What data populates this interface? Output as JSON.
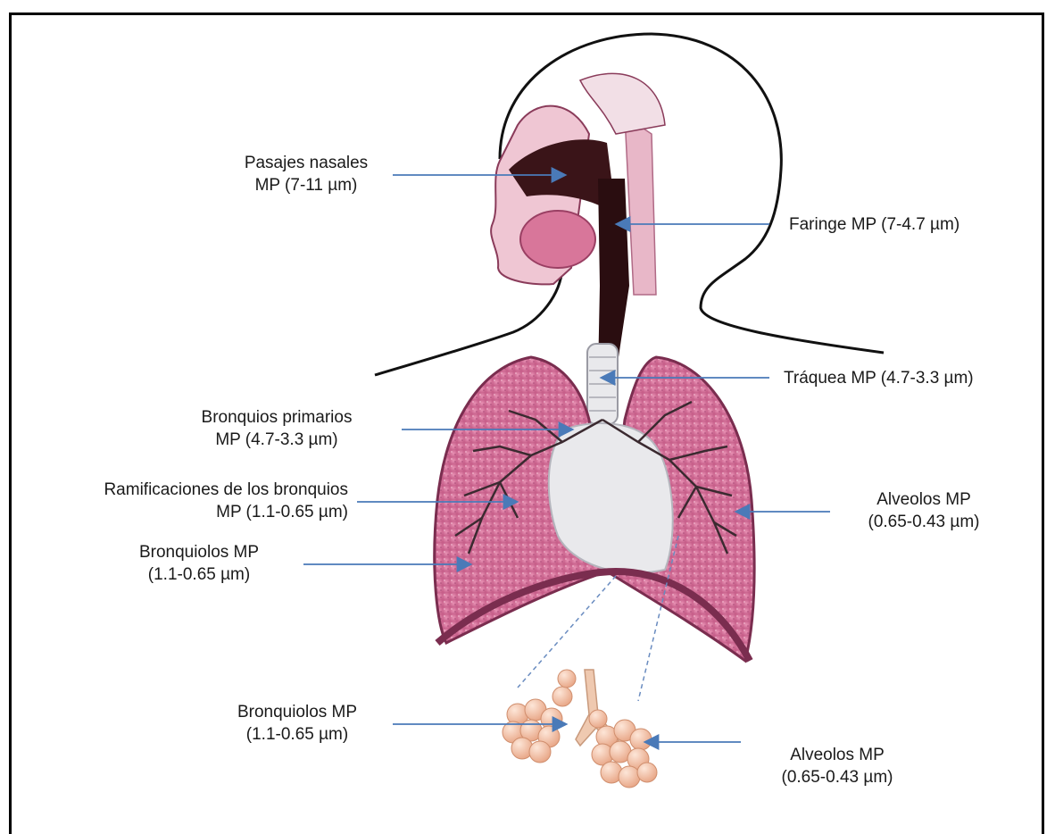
{
  "labels": {
    "nasal": {
      "line1": "Pasajes nasales",
      "line2": "MP (7-11 µm)"
    },
    "pharynx": {
      "line1": "Faringe MP (7-4.7 µm)"
    },
    "trachea": {
      "line1": "Tráquea MP (4.7-3.3 µm)"
    },
    "primary_bronchi": {
      "line1": "Bronquios primarios",
      "line2": "MP (4.7-3.3 µm)"
    },
    "bronchi_branches": {
      "line1": "Ramificaciones de los bronquios",
      "line2": "MP (1.1-0.65 µm)"
    },
    "bronchioles": {
      "line1": "Bronquiolos MP",
      "line2": "(1.1-0.65 µm)"
    },
    "alveoli": {
      "line1": "Alveolos MP",
      "line2": "(0.65-0.43 µm)"
    },
    "bronchioles_detail": {
      "line1": "Bronquiolos MP",
      "line2": "(1.1-0.65 µm)"
    },
    "alveoli_detail": {
      "line1": "Alveolos MP",
      "line2": "(0.65-0.43 µm)"
    }
  },
  "colors": {
    "arrow": "#4a7ab8",
    "lung": "#d9779f",
    "lung_dark": "#b04d7a",
    "tissue": "#e8b7c8",
    "airway": "#3a1418",
    "heart": "#e8e8ea",
    "alveoli": "#f3c6ae",
    "outline": "#111111"
  }
}
